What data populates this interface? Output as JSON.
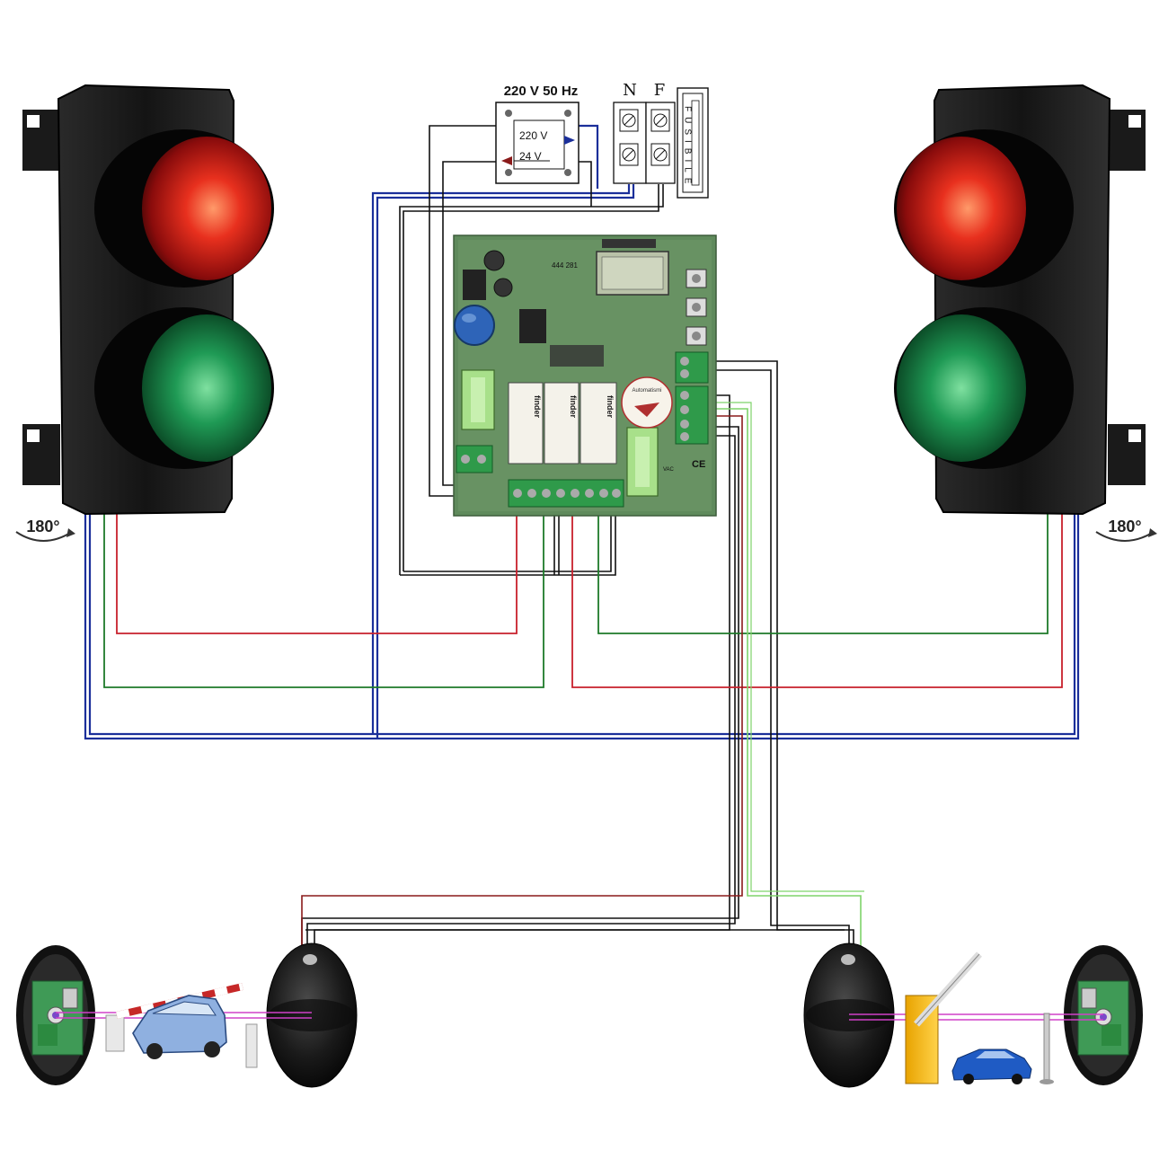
{
  "power": {
    "supply_label": "220 V 50 Hz",
    "transformer_primary": "220 V",
    "transformer_secondary": "24 V",
    "neutral_label": "N",
    "phase_label": "F",
    "fuse_label": "FUSIBILE"
  },
  "traffic_lights": {
    "left_rotation": "180°",
    "right_rotation": "180°"
  },
  "board": {
    "relay_brand": "finder",
    "model_code": "444 281",
    "terminal_label": "VAC",
    "badge_text": "Automatismi",
    "ce_mark": "CE"
  },
  "colors": {
    "wire_red": "#c8202c",
    "wire_green": "#1e7a2a",
    "wire_light_green": "#7ed36a",
    "wire_blue": "#1b2f9a",
    "wire_dark_red": "#8a1a1a",
    "wire_black": "#111111",
    "beam_pink": "#d040c8",
    "board_green": "#5f8a5c"
  }
}
